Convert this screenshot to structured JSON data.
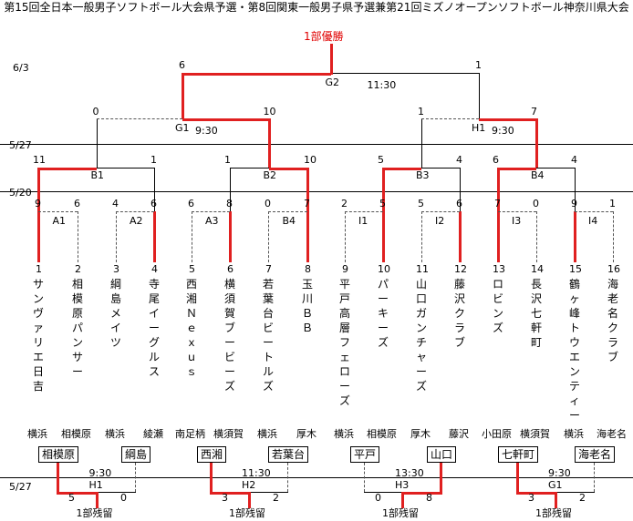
{
  "title": "第15回全日本一般男子ソフトボール大会県予選・第8回関東一般男子県予選兼第21回ミズノオープンソフトボール神奈川県大会",
  "winner_label": "1部優勝",
  "dates": [
    "6/3",
    "5/27",
    "5/20",
    "5/27"
  ],
  "final": {
    "code": "G2",
    "time": "11:30",
    "left_score": "6",
    "right_score": "1"
  },
  "semis": [
    {
      "code": "G1",
      "time": "9:30",
      "left_score": "0",
      "right_score": "10"
    },
    {
      "code": "H1",
      "time": "9:30",
      "left_score": "1",
      "right_score": "7"
    }
  ],
  "quarters": [
    {
      "code": "B1",
      "left_score": "11",
      "right_score": "1"
    },
    {
      "code": "B2",
      "left_score": "1",
      "right_score": "10"
    },
    {
      "code": "B3",
      "left_score": "5",
      "right_score": "4"
    },
    {
      "code": "B4",
      "left_score": "6",
      "right_score": "4"
    }
  ],
  "first_round": [
    {
      "code": "A1",
      "left_score": "9",
      "right_score": "6"
    },
    {
      "code": "A2",
      "left_score": "4",
      "right_score": "6"
    },
    {
      "code": "A3",
      "left_score": "6",
      "right_score": "8"
    },
    {
      "code": "B4",
      "left_score": "0",
      "right_score": "7"
    },
    {
      "code": "I1",
      "left_score": "2",
      "right_score": "5"
    },
    {
      "code": "I2",
      "left_score": "5",
      "right_score": "6"
    },
    {
      "code": "I3",
      "left_score": "7",
      "right_score": "0"
    },
    {
      "code": "I4",
      "left_score": "9",
      "right_score": "1"
    }
  ],
  "teams": [
    {
      "num": "1",
      "name": "サンヴァリエ日吉"
    },
    {
      "num": "2",
      "name": "相模原パンサー"
    },
    {
      "num": "3",
      "name": "綱島メイツ"
    },
    {
      "num": "4",
      "name": "寺尾イーグルス"
    },
    {
      "num": "5",
      "name": "西湘Ｎｅｘｕｓ"
    },
    {
      "num": "6",
      "name": "横須賀ブービーズ"
    },
    {
      "num": "7",
      "name": "若葉台ビートルズ"
    },
    {
      "num": "8",
      "name": "玉川ＢＢ"
    },
    {
      "num": "9",
      "name": "平戸高層フェローズ"
    },
    {
      "num": "10",
      "name": "パーキーズ"
    },
    {
      "num": "11",
      "name": "山口ガンチャーズ"
    },
    {
      "num": "12",
      "name": "藤沢クラブ"
    },
    {
      "num": "13",
      "name": "ロビンズ"
    },
    {
      "num": "14",
      "name": "長沢七軒町"
    },
    {
      "num": "15",
      "name": "鶴ヶ峰トウエンティー"
    },
    {
      "num": "16",
      "name": "海老名クラブ"
    }
  ],
  "cities": [
    "横浜",
    "相模原",
    "横浜",
    "綾瀬",
    "南足柄",
    "横須賀",
    "横浜",
    "厚木",
    "横浜",
    "相模原",
    "厚木",
    "藤沢",
    "小田原",
    "横須賀",
    "横浜",
    "海老名"
  ],
  "playoffs": [
    {
      "left_team": "相模原",
      "right_team": "綱島",
      "code": "H1",
      "time": "9:30",
      "left_score": "5",
      "right_score": "0",
      "result": "1部残留"
    },
    {
      "left_team": "西湘",
      "right_team": "若葉台",
      "code": "H2",
      "time": "11:30",
      "left_score": "3",
      "right_score": "2",
      "result": "1部残留"
    },
    {
      "left_team": "平戸",
      "right_team": "山口",
      "code": "H3",
      "time": "13:30",
      "left_score": "0",
      "right_score": "8",
      "result": "1部残留"
    },
    {
      "left_team": "七軒町",
      "right_team": "海老名",
      "code": "G1",
      "time": "9:30",
      "left_score": "3",
      "right_score": "2",
      "result": "1部残留"
    }
  ]
}
